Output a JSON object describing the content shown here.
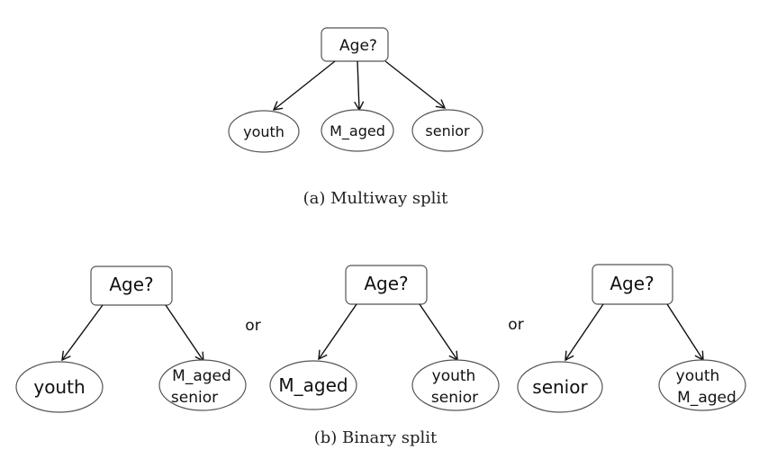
{
  "multiway": {
    "root": "Age?",
    "children": [
      "youth",
      "M_aged",
      "senior"
    ],
    "caption": "(a)  Multiway split"
  },
  "binary": {
    "trees": [
      {
        "root": "Age?",
        "left": [
          "youth"
        ],
        "right": [
          "M_aged",
          "senior"
        ]
      },
      {
        "root": "Age?",
        "left": [
          "M_aged"
        ],
        "right": [
          "youth",
          "senior"
        ]
      },
      {
        "root": "Age?",
        "left": [
          "senior"
        ],
        "right": [
          "youth",
          "M_aged"
        ]
      }
    ],
    "separators": [
      "or",
      "or"
    ],
    "caption": "(b) Binary split"
  }
}
